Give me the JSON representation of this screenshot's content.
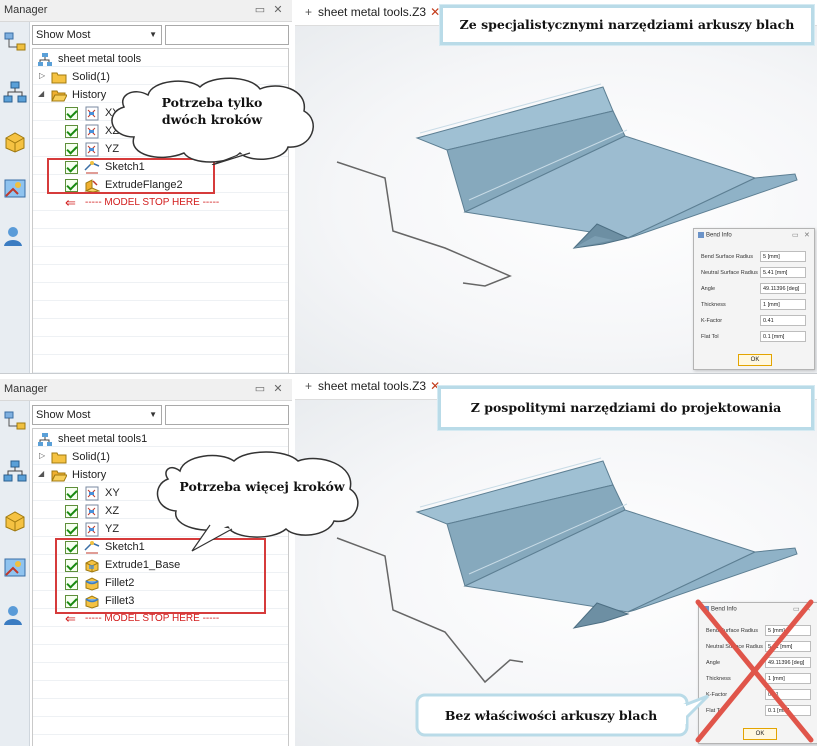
{
  "top": {
    "manager_title": "Manager",
    "show_label": "Show Most",
    "tree": {
      "root": "sheet metal tools",
      "solid": "Solid(1)",
      "history": "History",
      "items": [
        "XY",
        "XZ",
        "YZ",
        "Sketch1",
        "ExtrudeFlange2"
      ],
      "stop": "----- MODEL STOP HERE -----"
    },
    "tab_label": "sheet metal tools.Z3",
    "banner": "Ze specjalistycznymi narzędziami arkuszy blach",
    "cloud_line1": "Potrzeba tylko",
    "cloud_line2": "dwóch kroków",
    "dialog": {
      "title": "Bend Info",
      "ok": "OK",
      "rows": [
        {
          "label": "Bend Surface Radius",
          "value": "5  [mm]"
        },
        {
          "label": "Neutral Surface Radius",
          "value": "5.41  [mm]"
        },
        {
          "label": "Angle",
          "value": "49.11396  [deg]"
        },
        {
          "label": "Thickness",
          "value": "1  [mm]"
        },
        {
          "label": "K-Factor",
          "value": "0.41"
        },
        {
          "label": "Flat Tol",
          "value": "0.1  [mm]"
        }
      ]
    }
  },
  "bottom": {
    "manager_title": "Manager",
    "show_label": "Show Most",
    "tree": {
      "root": "sheet metal tools1",
      "solid": "Solid(1)",
      "history": "History",
      "items": [
        "XY",
        "XZ",
        "YZ",
        "Sketch1",
        "Extrude1_Base",
        "Fillet2",
        "Fillet3"
      ],
      "stop": "----- MODEL STOP HERE -----"
    },
    "tab_label": "sheet metal tools.Z3",
    "banner": "Z pospolitymi narzędziami do projektowania",
    "cloud_text": "Potrzeba więcej kroków",
    "bottom_callout": "Bez właściwości arkuszy blach",
    "dialog": {
      "title": "Bend Info",
      "ok": "OK",
      "rows": [
        {
          "label": "Bend Surface Radius",
          "value": "5  [mm]"
        },
        {
          "label": "Neutral Surface Radius",
          "value": "5.41  [mm]"
        },
        {
          "label": "Angle",
          "value": "49.11396  [deg]"
        },
        {
          "label": "Thickness",
          "value": "1  [mm]"
        },
        {
          "label": "K-Factor",
          "value": "0.41"
        },
        {
          "label": "Flat Tol",
          "value": "0.1  [mm]"
        }
      ]
    }
  },
  "colors": {
    "highlight_box": "#d63b3b",
    "callout_border": "#b9dbe8",
    "part_fill": "#8fb2c7",
    "stop_text": "#d21d1d",
    "cross": "#e0554a"
  }
}
